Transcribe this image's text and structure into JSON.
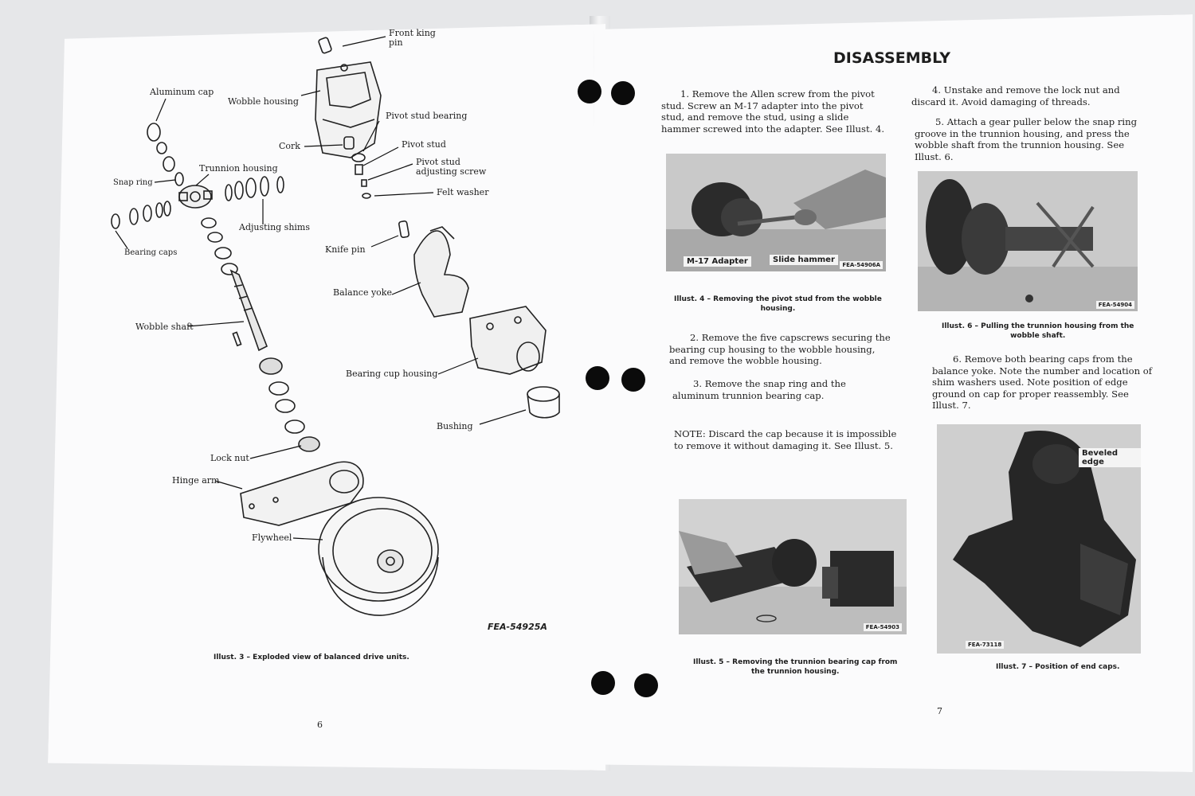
{
  "left_page": {
    "parts": {
      "front_king_pin": "Front king\npin",
      "aluminum_cap": "Aluminum cap",
      "wobble_housing": "Wobble housing",
      "pivot_stud_bearing": "Pivot stud bearing",
      "cork": "Cork",
      "pivot_stud": "Pivot stud",
      "pivot_stud_adjusting_screw": "Pivot stud\nadjusting screw",
      "snap_ring": "Snap ring",
      "trunnion_housing": "Trunnion housing",
      "felt_washer": "Felt washer",
      "adjusting_shims": "Adjusting shims",
      "bearing_caps": "Bearing caps",
      "knife_pin": "Knife pin",
      "balance_yoke": "Balance yoke",
      "wobble_shaft": "Wobble shaft",
      "bearing_cup_housing": "Bearing cup housing",
      "bushing": "Bushing",
      "lock_nut": "Lock nut",
      "hinge_arm": "Hinge arm",
      "flywheel": "Flywheel"
    },
    "figure_code": "FEA-54925A",
    "caption": "Illust. 3 – Exploded view of balanced drive units.",
    "page_number": "6"
  },
  "right_page": {
    "heading": "DISASSEMBLY",
    "steps": {
      "step1": "1. Remove the Allen screw from the pivot stud. Screw an M-17 adapter into the pivot stud, and remove the stud, using a slide hammer screwed into the adapter. See Illust. 4.",
      "step2": "2. Remove the five capscrews securing the bearing cup housing to the wobble housing, and remove the wobble housing.",
      "step3": "3. Remove the snap ring and the aluminum trunnion bearing cap.",
      "note": "NOTE: Discard the cap because it is impossible to remove it without damaging it. See Illust. 5.",
      "step4": "4. Unstake and remove the lock nut and discard it. Avoid damaging of threads.",
      "step5": "5. Attach a gear puller below the snap ring groove in the trunnion housing, and press the wobble shaft from the trunnion housing. See Illust. 6.",
      "step6": "6. Remove both bearing caps from the balance yoke. Note the number and location of shim washers used. Note position of edge ground on cap for proper reassembly. See Illust. 7."
    },
    "illust4": {
      "label_adapter": "M-17 Adapter",
      "label_hammer": "Slide hammer",
      "code": "FEA-54906A",
      "caption": "Illust. 4 – Removing the pivot stud from the wobble\nhousing."
    },
    "illust5": {
      "code": "FEA-54903",
      "caption": "Illust. 5 – Removing the trunnion bearing cap from\nthe trunnion housing."
    },
    "illust6": {
      "code": "FEA-54904",
      "caption": "Illust. 6 – Pulling the trunnion housing from the\nwobble shaft."
    },
    "illust7": {
      "label_edge": "Beveled edge",
      "code": "FEA-73118",
      "caption": "Illust. 7 – Position of end caps."
    },
    "page_number": "7"
  }
}
